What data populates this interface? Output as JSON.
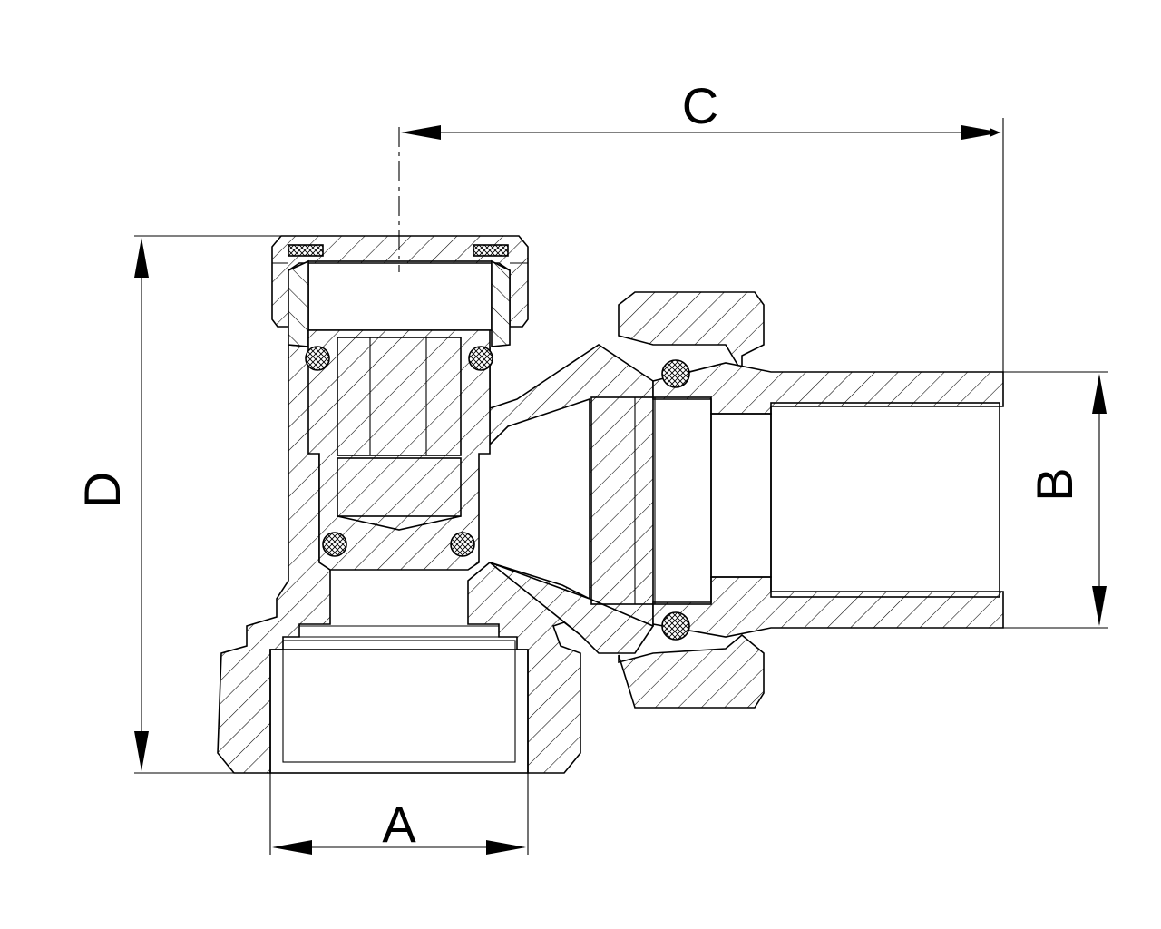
{
  "drawing": {
    "type": "angle radiator valve cross-section",
    "dimensions": [
      {
        "id": "A",
        "label": "A"
      },
      {
        "id": "B",
        "label": "B"
      },
      {
        "id": "C",
        "label": "C"
      },
      {
        "id": "D",
        "label": "D"
      }
    ]
  }
}
